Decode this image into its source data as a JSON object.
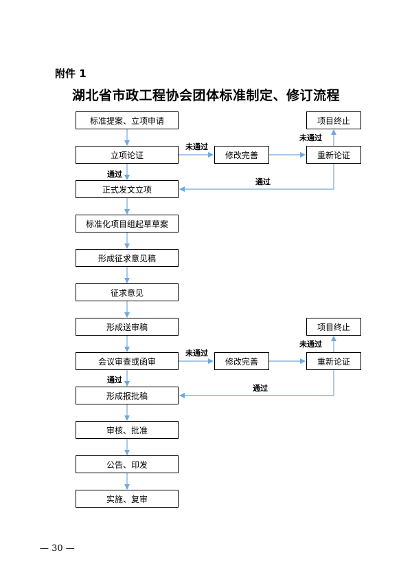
{
  "attachment": "附件 1",
  "title": "湖北省市政工程协会团体标准制定、修订流程",
  "steps": [
    "标准提案、立项申请",
    "立项论证",
    "正式发文立项",
    "标准化项目组起草草案",
    "形成征求意见稿",
    "征求意见",
    "形成送审稿",
    "会议审查或函审",
    "形成报批稿",
    "审核、批准",
    "公告、印发",
    "实施、复审"
  ],
  "loop1": {
    "fail_label": "未通过",
    "revise": "修改完善",
    "re_review": "重新论证",
    "terminate": "项目终止",
    "terminate_label": "未通过",
    "pass_back_label": "通过",
    "pass_label": "通过"
  },
  "loop2": {
    "fail_label": "未通过",
    "revise": "修改完善",
    "re_review": "重新论证",
    "terminate": "项目终止",
    "terminate_label": "未通过",
    "pass_back_label": "通过",
    "pass_label": "通过"
  },
  "page_number": "— 30 —",
  "line_color": "#6fa8dc"
}
